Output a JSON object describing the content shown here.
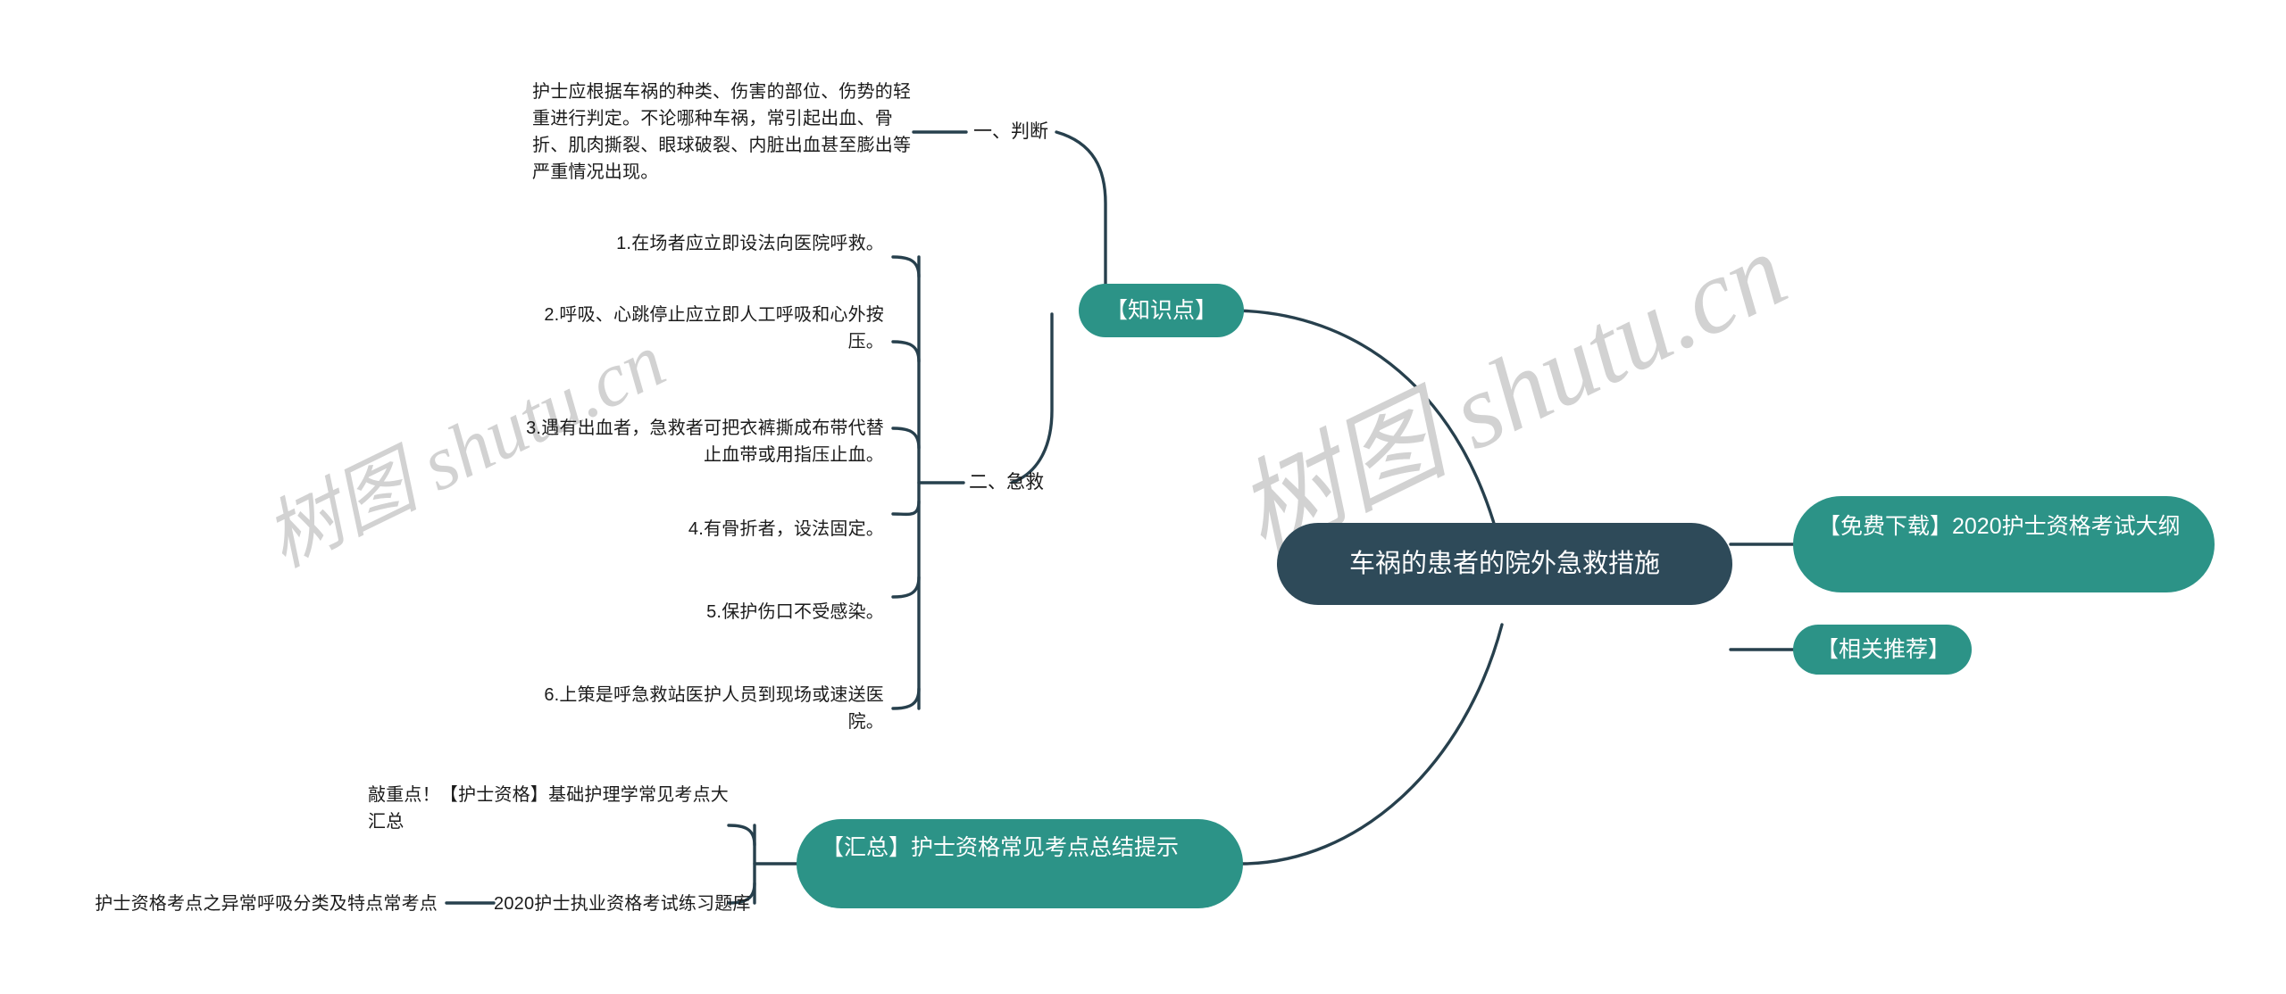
{
  "meta": {
    "watermark_a": "树图 shutu.cn",
    "watermark_b": "树图 shutu.cn",
    "colors": {
      "teal": "#2c9387",
      "dark_slate": "#2e4a59",
      "connector": "#27404d",
      "text": "#1b1b1b",
      "background": "#ffffff",
      "watermark": "#d2d2d2"
    }
  },
  "root": {
    "label": "车祸的患者的院外急救措施"
  },
  "branches": {
    "knowledge": {
      "label": "【知识点】",
      "children": [
        {
          "label": "一、判断",
          "details": [
            "护士应根据车祸的种类、伤害的部位、伤势的轻重进行判定。不论哪种车祸，常引起出血、骨折、肌肉撕裂、眼球破裂、内脏出血甚至膨出等严重情况出现。"
          ]
        },
        {
          "label": "二、急救",
          "details": [
            "1.在场者应立即设法向医院呼救。",
            "2.呼吸、心跳停止应立即人工呼吸和心外按压。",
            "3.遇有出血者，急救者可把衣裤撕成布带代替止血带或用指压止血。",
            "4.有骨折者，设法固定。",
            "5.保护伤口不受感染。",
            "6.上策是呼急救站医护人员到现场或速送医院。"
          ]
        }
      ]
    },
    "right_nodes": [
      {
        "label": "【免费下载】2020护士资格考试大纲"
      },
      {
        "label": "【相关推荐】"
      }
    ],
    "summary": {
      "label": "【汇总】护士资格常见考点总结提示",
      "children": [
        {
          "label": "敲重点！【护士资格】基础护理学常见考点大汇总"
        },
        {
          "label": "2020护士执业资格考试练习题库",
          "child": "护士资格考点之异常呼吸分类及特点常考点"
        }
      ]
    }
  }
}
